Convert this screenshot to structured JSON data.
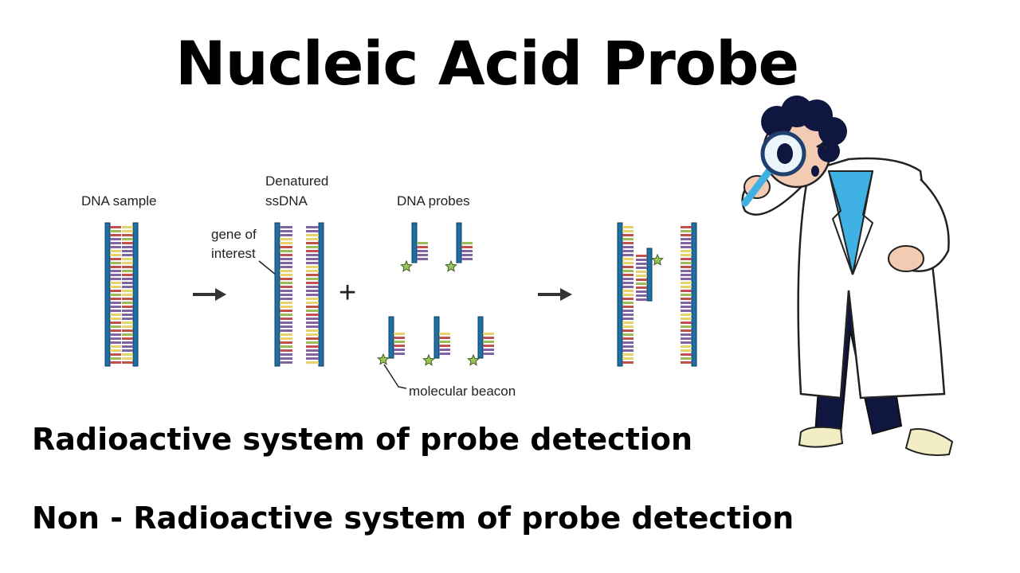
{
  "title": "Nucleic Acid Probe",
  "diagram": {
    "dna_sample_label": "DNA sample",
    "denatured_label_line1": "Denatured",
    "denatured_label_line2": "ssDNA",
    "gene_label_line1": "gene of",
    "gene_label_line2": "interest",
    "probes_label": "DNA probes",
    "beacon_label": "molecular beacon",
    "plus_symbol": "+"
  },
  "colors": {
    "backbone": "#1e6fa3",
    "base_red": "#c0504d",
    "base_purple": "#8064a2",
    "base_yellow": "#e6d26a",
    "base_green": "#9bbb59",
    "beacon": "#9bc45b",
    "arrow": "#333333"
  },
  "lines": [
    "Radioactive system of probe detection",
    "Non - Radioactive system of probe detection"
  ],
  "illustration": {
    "subject": "scientist-with-magnifying-glass",
    "icon": "magnifier-icon"
  }
}
